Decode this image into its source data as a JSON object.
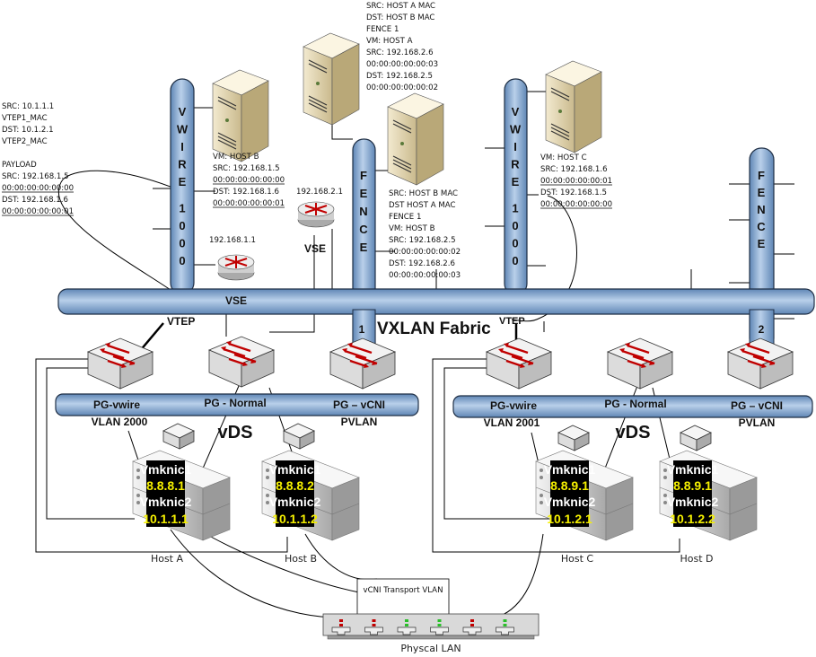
{
  "colors": {
    "pipe": "#8fb3da",
    "pipe_edge": "#1f2f45",
    "ip_label": "#f5f000",
    "switch_arrow": "#c00000"
  },
  "text_blocks": {
    "outer_header": [
      "SRC: 10.1.1.1",
      "VTEP1_MAC",
      "DST: 10.1.2.1",
      "VTEP2_MAC",
      "",
      "PAYLOAD",
      "SRC: 192.168.1.5",
      "00:00:00:00:00:00",
      "DST: 192.168.1.6",
      "00:00:00:00:00:01"
    ],
    "host_b_vm": [
      "VM: HOST B",
      "SRC: 192.168.1.5",
      "00:00:00:00:00:00",
      "DST: 192.168.1.6",
      "00:00:00:00:00:01"
    ],
    "fence_host_a": [
      "SRC: HOST A MAC",
      "DST: HOST B MAC",
      "FENCE 1",
      "VM: HOST A",
      "SRC: 192.168.2.6",
      "00:00:00:00:00:03",
      "DST: 192.168.2.5",
      "00:00:00:00:00:02"
    ],
    "fence_host_b": [
      "SRC: HOST B MAC",
      "DST HOST A MAC",
      "FENCE 1",
      "VM: HOST B",
      "SRC: 192.168.2.5",
      "00:00:00:00:00:02",
      "DST: 192.168.2.6",
      "00:00:00:00:00:03"
    ],
    "host_c_vm": [
      "VM: HOST C",
      "SRC: 192.168.1.6",
      "00:00:00:00:00:01",
      "DST: 192.168.1.5",
      "00:00:00:00:00:00"
    ]
  },
  "pipes": {
    "vwire_left": [
      "V",
      "W",
      "I",
      "R",
      "E",
      "1",
      "0",
      "0",
      "0"
    ],
    "fence_center": [
      "F",
      "E",
      "N",
      "C",
      "E"
    ],
    "fence_center_num": "1",
    "vwire_right": [
      "V",
      "W",
      "I",
      "R",
      "E",
      "1",
      "0",
      "0",
      "0"
    ],
    "fence_right": [
      "F",
      "E",
      "N",
      "C",
      "E"
    ],
    "fence_right_num": "2",
    "fabric": "VXLAN Fabric"
  },
  "routers": [
    {
      "ip": "192.168.1.1",
      "label": "VSE"
    },
    {
      "ip": "192.168.2.1",
      "label": "VSE"
    }
  ],
  "vtep_labels": [
    "VTEP",
    "VTEP"
  ],
  "vds": [
    {
      "title": "vDS",
      "pg_vwire": "PG-vwire",
      "pg_normal": "PG - Normal",
      "pg_vcni": "PG – vCNI",
      "vlan": "VLAN 2000",
      "pvlan": "PVLAN"
    },
    {
      "title": "vDS",
      "pg_vwire": "PG-vwire",
      "pg_normal": "PG - Normal",
      "pg_vcni": "PG – vCNI",
      "vlan": "VLAN 2001",
      "pvlan": "PVLAN"
    }
  ],
  "hosts": [
    {
      "name": "Host A",
      "nic1": "Vmknic1",
      "ip1": "8.8.8.1",
      "nic2": "Vmknic2",
      "ip2": "10.1.1.1"
    },
    {
      "name": "Host B",
      "nic1": "Vmknic1",
      "ip1": "8.8.8.2",
      "nic2": "Vmknic2",
      "ip2": "10.1.1.2"
    },
    {
      "name": "Host C",
      "nic1": "Vmknic1",
      "ip1": "8.8.9.1",
      "nic2": "Vmknic2",
      "ip2": "10.1.2.1"
    },
    {
      "name": "Host D",
      "nic1": "Vmknic1",
      "ip1": "8.8.9.1",
      "nic2": "Vmknic2",
      "ip2": "10.1.2.2"
    }
  ],
  "transport_vlan": "vCNI Transport VLAN",
  "physical_lan": "Physcal LAN",
  "physical_ports": [
    "red",
    "red",
    "green",
    "green",
    "red",
    "green"
  ]
}
